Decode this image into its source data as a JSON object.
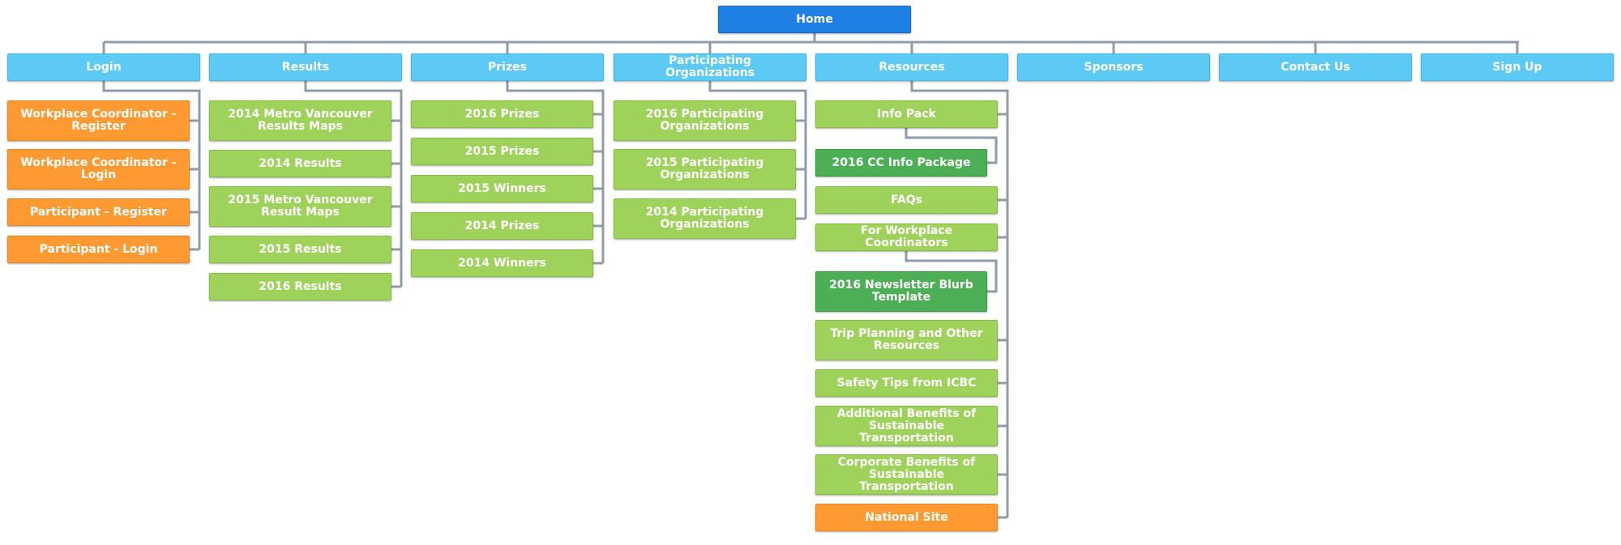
{
  "sitemap": {
    "colors": {
      "home": "#1e7fe4",
      "top_level": "#5ccaf4",
      "page": "#9ed25a",
      "subpage": "#4caf56",
      "special": "#ff9a33",
      "connector": "#8f9bab"
    },
    "home": {
      "label": "Home"
    },
    "sections": [
      {
        "label": "Login",
        "children": [
          {
            "label": "Workplace Coordinator - Register",
            "color": "special"
          },
          {
            "label": "Workplace Coordinator - Login",
            "color": "special"
          },
          {
            "label": "Participant - Register",
            "color": "special"
          },
          {
            "label": "Participant - Login",
            "color": "special"
          }
        ]
      },
      {
        "label": "Results",
        "children": [
          {
            "label": "2014 Metro Vancouver Results Maps",
            "color": "page"
          },
          {
            "label": "2014 Results",
            "color": "page"
          },
          {
            "label": "2015 Metro Vancouver Result Maps",
            "color": "page"
          },
          {
            "label": "2015 Results",
            "color": "page"
          },
          {
            "label": "2016 Results",
            "color": "page"
          }
        ]
      },
      {
        "label": "Prizes",
        "children": [
          {
            "label": "2016 Prizes",
            "color": "page"
          },
          {
            "label": "2015 Prizes",
            "color": "page"
          },
          {
            "label": "2015 Winners",
            "color": "page"
          },
          {
            "label": "2014 Prizes",
            "color": "page"
          },
          {
            "label": "2014 Winners",
            "color": "page"
          }
        ]
      },
      {
        "label": "Participating Organizations",
        "children": [
          {
            "label": "2016 Participating Organizations",
            "color": "page"
          },
          {
            "label": "2015 Participating Organizations",
            "color": "page"
          },
          {
            "label": "2014 Participating Organizations",
            "color": "page"
          }
        ]
      },
      {
        "label": "Resources",
        "children": [
          {
            "label": "Info Pack",
            "color": "page",
            "children": [
              {
                "label": "2016 CC Info Package",
                "color": "subpage"
              }
            ]
          },
          {
            "label": "FAQs",
            "color": "page"
          },
          {
            "label": "For Workplace Coordinators",
            "color": "page",
            "children": [
              {
                "label": "2016 Newsletter Blurb Template",
                "color": "subpage"
              }
            ]
          },
          {
            "label": "Trip Planning and Other Resources",
            "color": "page"
          },
          {
            "label": "Safety Tips from ICBC",
            "color": "page"
          },
          {
            "label": "Additional Benefits of Sustainable Transportation",
            "color": "page"
          },
          {
            "label": "Corporate Benefits of Sustainable Transportation",
            "color": "page"
          },
          {
            "label": "National Site",
            "color": "special"
          }
        ]
      },
      {
        "label": "Sponsors",
        "children": []
      },
      {
        "label": "Contact Us",
        "children": []
      },
      {
        "label": "Sign Up",
        "children": []
      }
    ]
  }
}
